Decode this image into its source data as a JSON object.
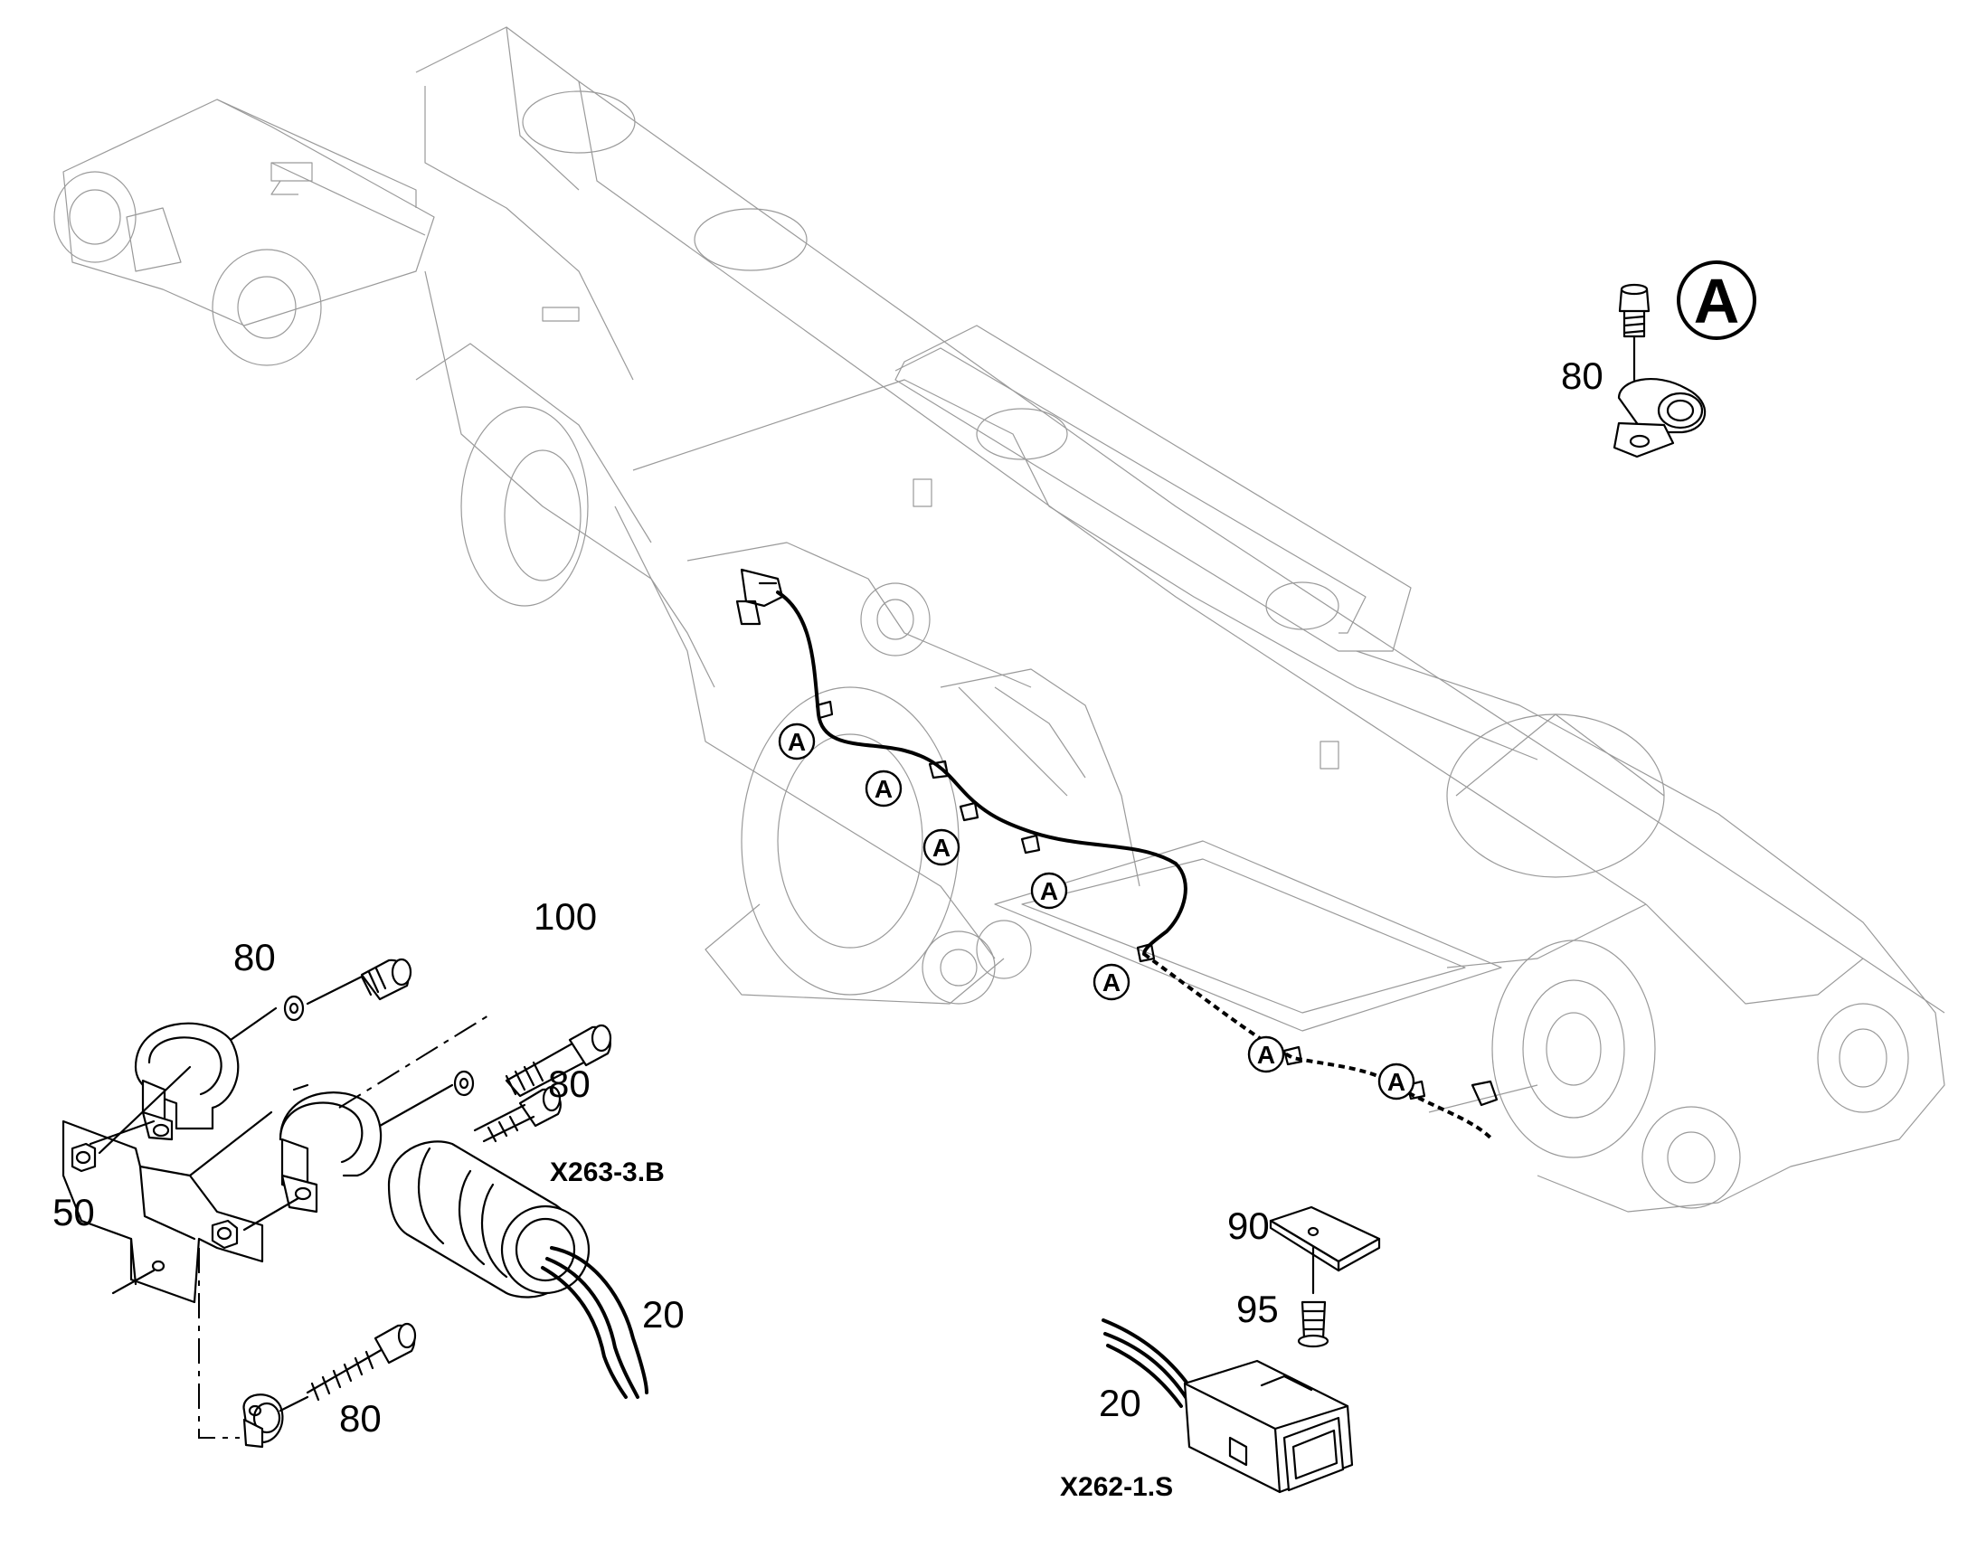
{
  "detail_marker": "A",
  "callout_letter": "A",
  "part_numbers": {
    "clamp_screw_detail": "80",
    "clamp_screw_top": "80",
    "long_screw": "100",
    "clamp_screw_mid": "80",
    "bracket": "50",
    "cable": "20",
    "clamp_screw_bottom": "80",
    "clip": "90",
    "clip_screw": "95",
    "cable_connector": "20"
  },
  "connectors": {
    "sensor": "X263-3.B",
    "plug": "X262-1.S"
  }
}
